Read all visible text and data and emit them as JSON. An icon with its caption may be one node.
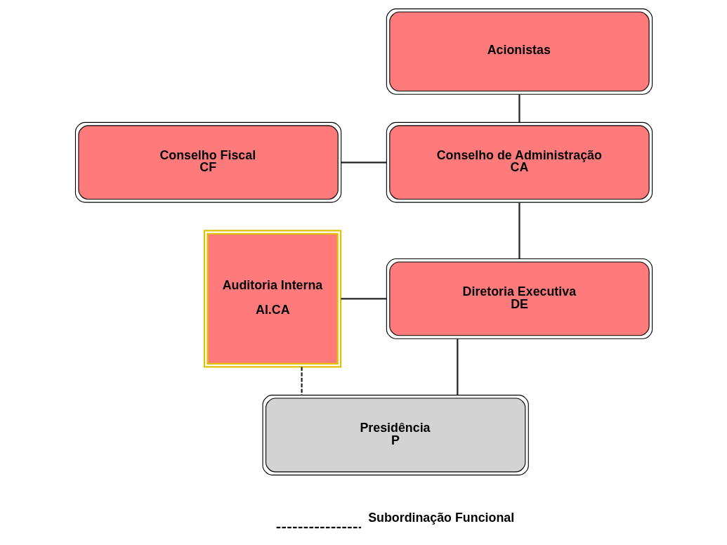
{
  "diagram": {
    "nodes": [
      {
        "text": [
          "Acionistas"
        ]
      },
      {
        "text": [
          "Conselho Fiscal",
          "CF"
        ]
      },
      {
        "text": [
          "Conselho de Administração",
          "CA"
        ]
      },
      {
        "text": [
          "Auditoria Interna",
          "AI.CA"
        ]
      },
      {
        "text": [
          "Diretoria Executiva",
          "DE"
        ]
      },
      {
        "text": [
          "Presidência",
          "P"
        ]
      }
    ],
    "edges": [
      {
        "from": 0,
        "to": 2,
        "arrow": "none"
      },
      {
        "from": 1,
        "to": 2,
        "arrow": "none"
      },
      {
        "from": 3,
        "to": 4,
        "arrow": "none"
      },
      {
        "from": 2,
        "to": 4,
        "arrow": "none"
      },
      {
        "from": 4,
        "to": 5,
        "arrow": "none"
      },
      {
        "from": 3,
        "to": 5,
        "arrow": "none",
        "style": "dashed"
      }
    ],
    "legend": [
      {
        "text": "Subordinação Funcional"
      }
    ]
  }
}
